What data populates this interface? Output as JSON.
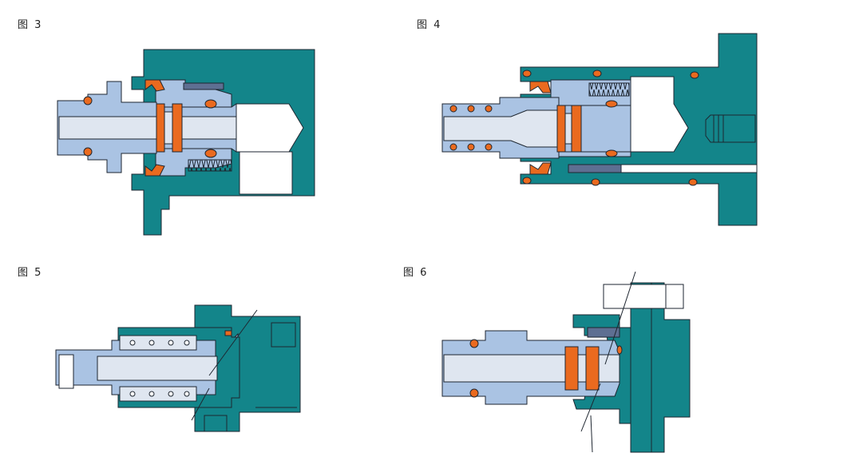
{
  "figures": [
    {
      "label": "图 3"
    },
    {
      "label": "图 4"
    },
    {
      "label": "图 5"
    },
    {
      "label": "图 6"
    }
  ],
  "colors": {
    "teal": "#13858a",
    "light_blue": "#aac3e3",
    "pale": "#dfe6f0",
    "orange": "#ea6a1f",
    "outline": "#1e2630",
    "slate": "#5e6f92"
  }
}
